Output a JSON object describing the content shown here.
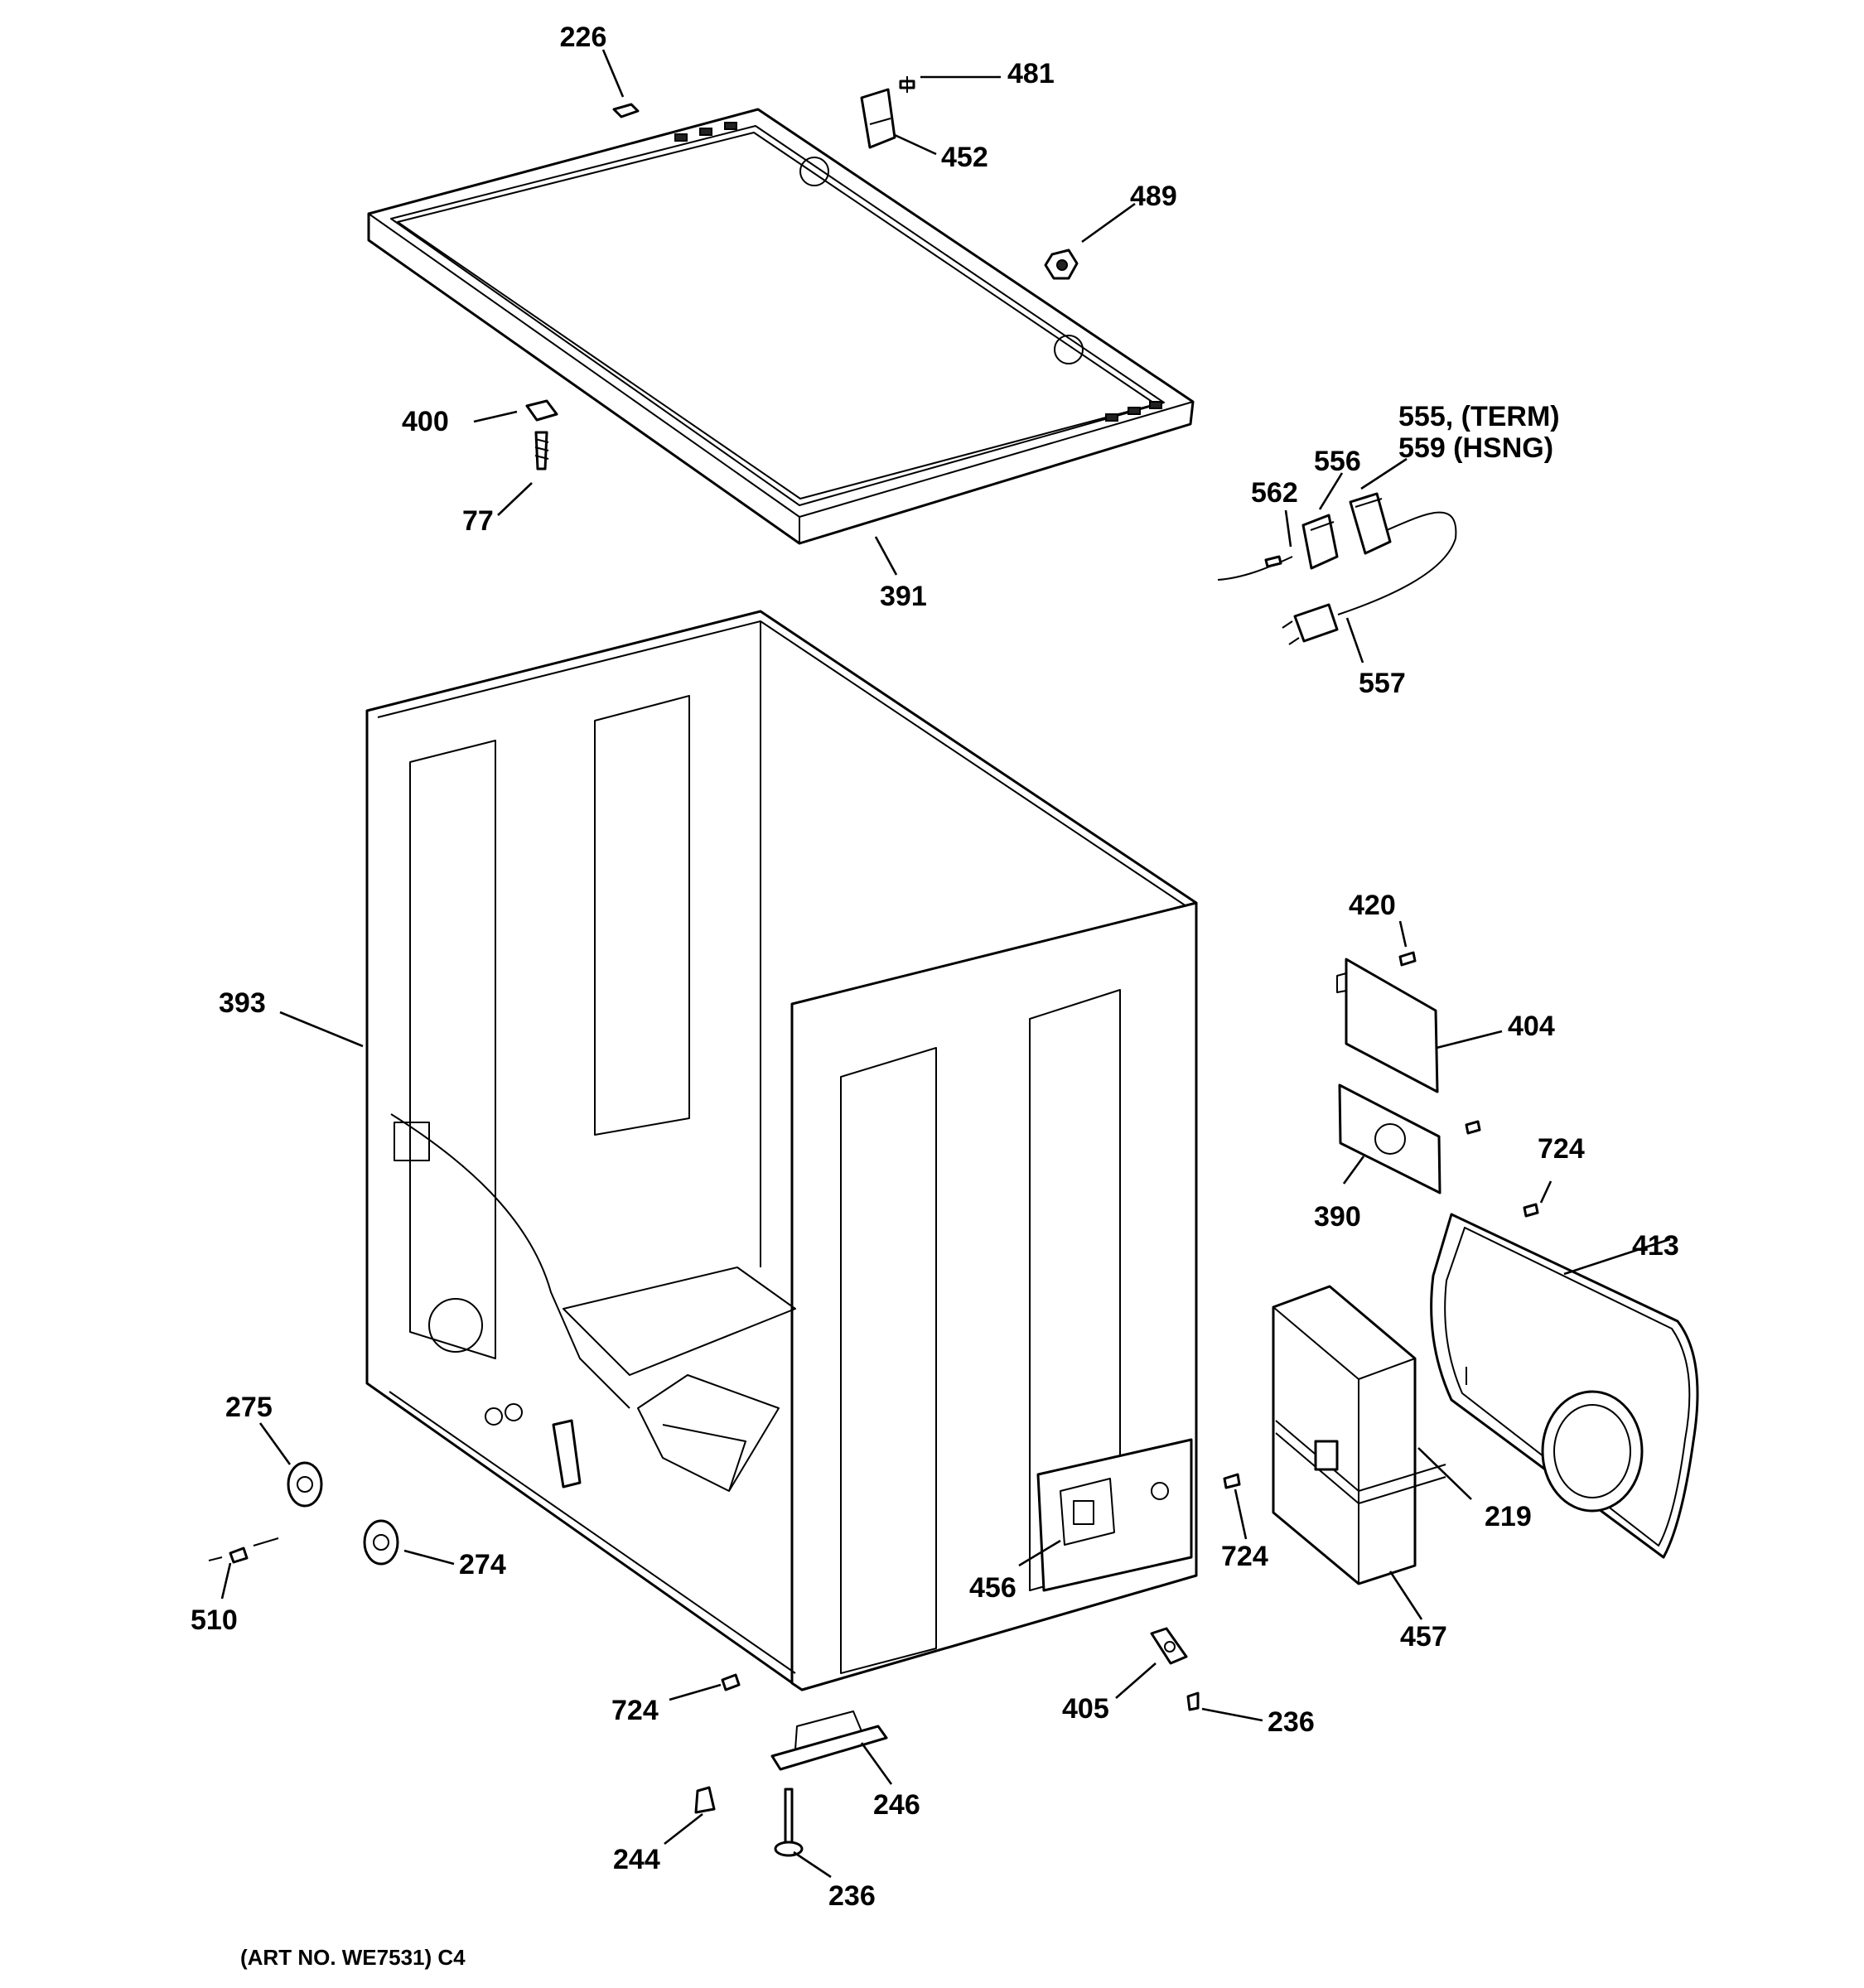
{
  "labels": {
    "p226": "226",
    "p481": "481",
    "p452": "452",
    "p489": "489",
    "p400": "400",
    "p77": "77",
    "p391": "391",
    "p555": "555, (TERM)",
    "p559": "559 (HSNG)",
    "p556": "556",
    "p562": "562",
    "p557": "557",
    "p393": "393",
    "p420": "420",
    "p404": "404",
    "p390": "390",
    "p724a": "724",
    "p413": "413",
    "p275": "275",
    "p510": "510",
    "p274": "274",
    "p219": "219",
    "p724b": "724",
    "p456": "456",
    "p457": "457",
    "p724c": "724",
    "p405": "405",
    "p236a": "236",
    "p246": "246",
    "p244": "244",
    "p236b": "236"
  },
  "footer": {
    "art_no": "(ART NO. WE7531) C4"
  }
}
